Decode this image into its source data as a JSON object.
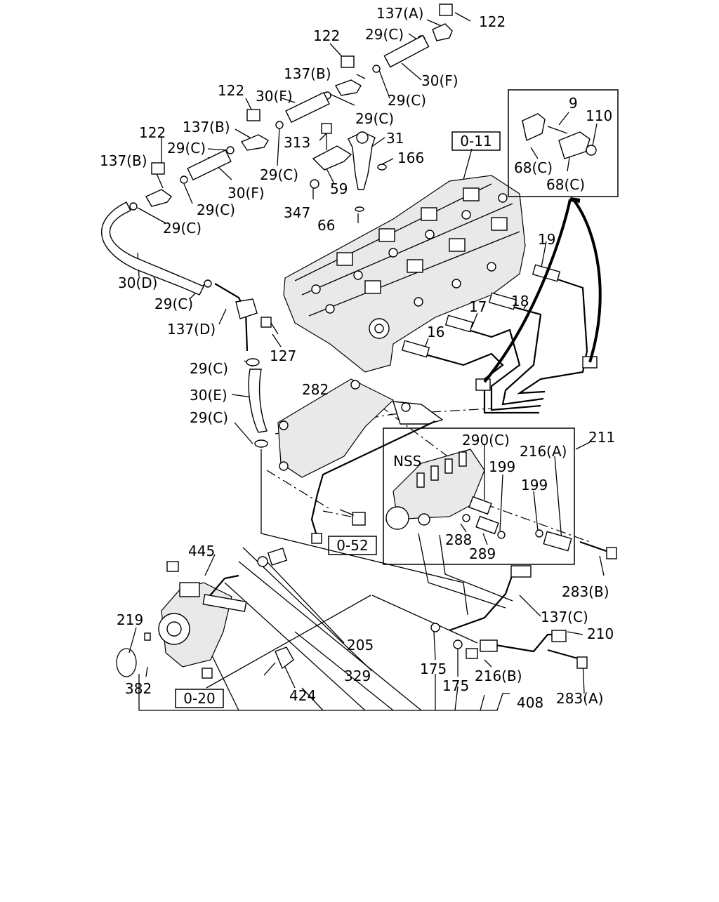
{
  "callouts": [
    {
      "id": "c1",
      "text": "137(A)"
    },
    {
      "id": "c2",
      "text": "122"
    },
    {
      "id": "c3",
      "text": "122"
    },
    {
      "id": "c4",
      "text": "29(C)"
    },
    {
      "id": "c5",
      "text": "137(B)"
    },
    {
      "id": "c6",
      "text": "30(F)"
    },
    {
      "id": "c7",
      "text": "122"
    },
    {
      "id": "c8",
      "text": "30(F)"
    },
    {
      "id": "c9",
      "text": "29(C)"
    },
    {
      "id": "c10",
      "text": "29(C)"
    },
    {
      "id": "c11",
      "text": "122"
    },
    {
      "id": "c12",
      "text": "137(B)"
    },
    {
      "id": "c13",
      "text": "313"
    },
    {
      "id": "c14",
      "text": "31"
    },
    {
      "id": "c15",
      "text": "29(C)"
    },
    {
      "id": "c16",
      "text": "29(C)"
    },
    {
      "id": "c17",
      "text": "166"
    },
    {
      "id": "c18",
      "text": "137(B)"
    },
    {
      "id": "c19",
      "text": "30(F)"
    },
    {
      "id": "c20",
      "text": "59"
    },
    {
      "id": "c21",
      "text": "29(C)"
    },
    {
      "id": "c22",
      "text": "347"
    },
    {
      "id": "c23",
      "text": "29(C)"
    },
    {
      "id": "c24",
      "text": "66"
    },
    {
      "id": "c25",
      "text": "30(D)"
    },
    {
      "id": "c26",
      "text": "29(C)"
    },
    {
      "id": "c27",
      "text": "137(D)"
    },
    {
      "id": "c28",
      "text": "127"
    },
    {
      "id": "c29",
      "text": "29(C)"
    },
    {
      "id": "c30",
      "text": "30(E)"
    },
    {
      "id": "c31",
      "text": "29(C)"
    },
    {
      "id": "c32",
      "text": "282"
    },
    {
      "id": "c33",
      "text": "9"
    },
    {
      "id": "c34",
      "text": "110"
    },
    {
      "id": "c35",
      "text": "68(C)"
    },
    {
      "id": "c36",
      "text": "68(C)"
    },
    {
      "id": "c37",
      "text": "19"
    },
    {
      "id": "c38",
      "text": "18"
    },
    {
      "id": "c39",
      "text": "17"
    },
    {
      "id": "c40",
      "text": "16"
    },
    {
      "id": "c41",
      "text": "211"
    },
    {
      "id": "c42",
      "text": "290(C)"
    },
    {
      "id": "c43",
      "text": "216(A)"
    },
    {
      "id": "c44",
      "text": "NSS"
    },
    {
      "id": "c45",
      "text": "199"
    },
    {
      "id": "c46",
      "text": "199"
    },
    {
      "id": "c47",
      "text": "288"
    },
    {
      "id": "c48",
      "text": "289"
    },
    {
      "id": "c49",
      "text": "283(B)"
    },
    {
      "id": "c50",
      "text": "445"
    },
    {
      "id": "c51",
      "text": "137(C)"
    },
    {
      "id": "c52",
      "text": "210"
    },
    {
      "id": "c53",
      "text": "219"
    },
    {
      "id": "c54",
      "text": "205"
    },
    {
      "id": "c55",
      "text": "329"
    },
    {
      "id": "c56",
      "text": "175"
    },
    {
      "id": "c57",
      "text": "175"
    },
    {
      "id": "c58",
      "text": "216(B)"
    },
    {
      "id": "c59",
      "text": "382"
    },
    {
      "id": "c60",
      "text": "424"
    },
    {
      "id": "c61",
      "text": "283(A)"
    },
    {
      "id": "c62",
      "text": "408"
    }
  ],
  "refs": [
    {
      "id": "r1",
      "text": "0-11"
    },
    {
      "id": "r2",
      "text": "0-52"
    },
    {
      "id": "r3",
      "text": "0-20"
    }
  ]
}
